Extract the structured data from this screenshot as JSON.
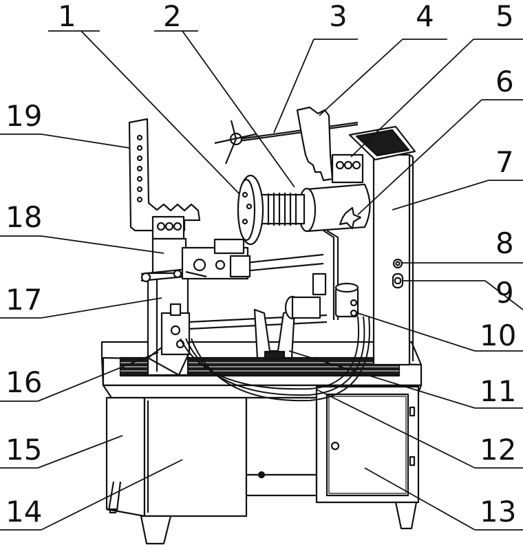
{
  "callouts": [
    {
      "label": "1"
    },
    {
      "label": "2"
    },
    {
      "label": "3"
    },
    {
      "label": "4"
    },
    {
      "label": "5"
    },
    {
      "label": "6"
    },
    {
      "label": "7"
    },
    {
      "label": "8"
    },
    {
      "label": "9"
    },
    {
      "label": "10"
    },
    {
      "label": "11"
    },
    {
      "label": "12"
    },
    {
      "label": "13"
    },
    {
      "label": "14"
    },
    {
      "label": "15"
    },
    {
      "label": "16"
    },
    {
      "label": "17"
    },
    {
      "label": "18"
    },
    {
      "label": "19"
    }
  ],
  "colors": {
    "ink": "#111111",
    "paper": "#ffffff",
    "panel": "#1a1a1a"
  }
}
